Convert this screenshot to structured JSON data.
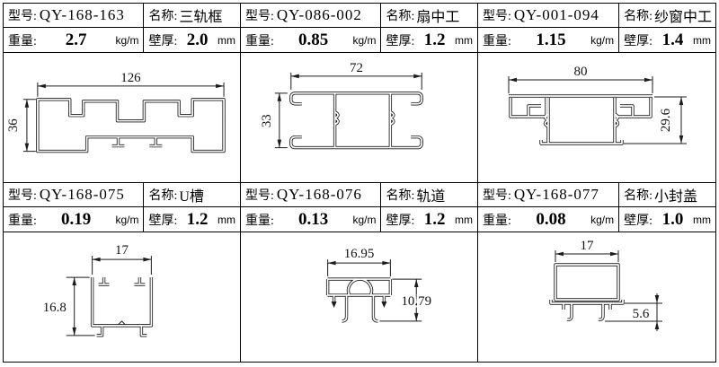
{
  "style": {
    "line_color": "#1b1b1b",
    "background": "#ffffff"
  },
  "table": {
    "labels": {
      "model": "型号:",
      "name": "名称:",
      "weight": "重量:",
      "weight_unit": "kg/m",
      "wall": "壁厚:",
      "wall_unit": "mm"
    },
    "cells": [
      {
        "model": "QY-168-163",
        "name": "三轨框",
        "weight": "2.7",
        "wall": "2.0",
        "dims": {
          "width": "126",
          "height": "36"
        }
      },
      {
        "model": "QY-086-002",
        "name": "扇中工",
        "weight": "0.85",
        "wall": "1.2",
        "dims": {
          "width": "72",
          "height": "33"
        }
      },
      {
        "model": "QY-001-094",
        "name": "纱窗中工",
        "weight": "1.15",
        "wall": "1.4",
        "dims": {
          "width": "80",
          "height": "29.6"
        }
      },
      {
        "model": "QY-168-075",
        "name": "U槽",
        "weight": "0.19",
        "wall": "1.2",
        "dims": {
          "width": "17",
          "height": "16.8"
        }
      },
      {
        "model": "QY-168-076",
        "name": "轨道",
        "weight": "0.13",
        "wall": "1.2",
        "dims": {
          "width": "16.95",
          "height": "10.79"
        }
      },
      {
        "model": "QY-168-077",
        "name": "小封盖",
        "weight": "0.08",
        "wall": "1.0",
        "dims": {
          "width": "17",
          "height": "5.6"
        }
      }
    ]
  }
}
